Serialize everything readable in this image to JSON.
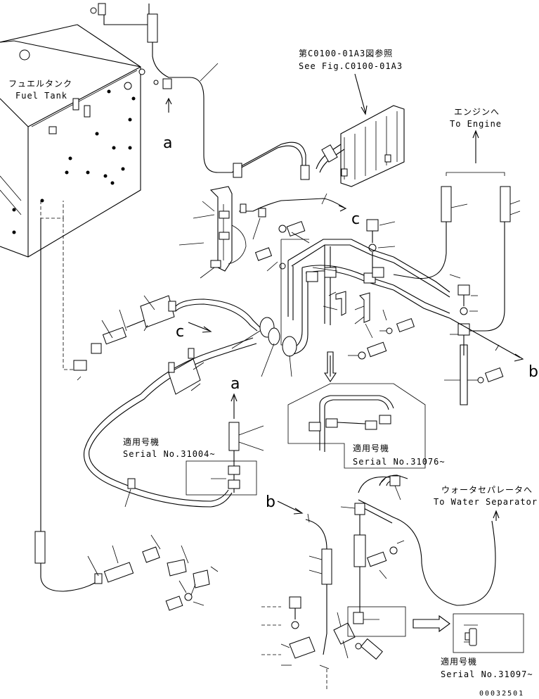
{
  "labels": {
    "fuel_tank_jp": "フュエルタンク",
    "fuel_tank_en": "Fuel Tank",
    "ref_jp": "第C0100-01A3図参照",
    "ref_en": "See Fig.C0100-01A3",
    "engine_jp": "エンジンへ",
    "engine_en": "To Engine",
    "water_jp": "ウォータセパレータへ",
    "water_en": "To Water Separator",
    "serial_jp_1": "適用号機",
    "serial_en_1": "Serial No.31004~",
    "serial_jp_2": "適用号機",
    "serial_en_2": "Serial No.31076~",
    "serial_jp_3": "適用号機",
    "serial_en_3": "Serial No.31097~",
    "a_upper": "a",
    "a_lower": "a",
    "b_right": "b",
    "b_lower": "b",
    "c_upper": "c",
    "c_left": "c",
    "drawing_code": "00032501"
  }
}
